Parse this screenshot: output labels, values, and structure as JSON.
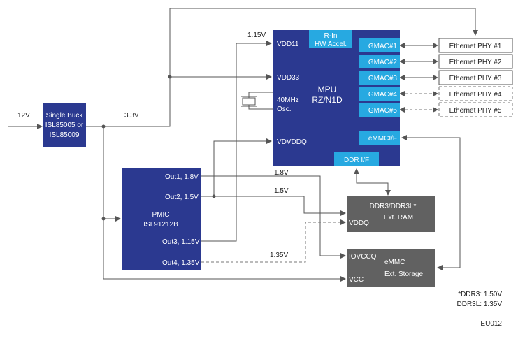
{
  "colors": {
    "block_dark_blue": "#2b3990",
    "block_cyan": "#27a9e1",
    "block_grey": "#616161",
    "wire": "#555555"
  },
  "input": {
    "voltage": "12V"
  },
  "buck": {
    "line1": "Single Buck",
    "line2": "ISL85005 or",
    "line3": "ISL85009",
    "output_voltage": "3.3V"
  },
  "pmic": {
    "name": "PMIC",
    "part": "ISL91212B",
    "out1": "Out1, 1.8V",
    "out2": "Out2, 1.5V",
    "out3": "Out3, 1.15V",
    "out4": "Out4, 1.35V"
  },
  "mpu": {
    "name": "MPU",
    "part": "RZ/N1D",
    "vdd11": "VDD11",
    "vdd33": "VDD33",
    "osc_line1": "40MHz",
    "osc_line2": "Osc.",
    "vdvddq": "VDVDDQ",
    "rin_line1": "R-In",
    "rin_line2": "HW Accel.",
    "gmacs": [
      "GMAC#1",
      "GMAC#2",
      "GMAC#3",
      "GMAC#4",
      "GMAC#5"
    ],
    "emmc_if": "eMMCI/F",
    "ddr_if": "DDR I/F"
  },
  "ethernet": [
    "Ethernet PHY #1",
    "Ethernet PHY #2",
    "Ethernet PHY #3",
    "Ethernet PHY #4",
    "Ethernet PHY #5"
  ],
  "ddr": {
    "line1": "DDR3/DDR3L*",
    "line2": "Ext. RAM",
    "pin": "VDDQ"
  },
  "emmc": {
    "line1": "eMMC",
    "line2": "Ext. Storage",
    "pin_io": "IOVCCQ",
    "pin_vcc": "VCC"
  },
  "rails": {
    "v115": "1.15V",
    "v18": "1.8V",
    "v15": "1.5V",
    "v135": "1.35V"
  },
  "footnote": {
    "line1": "*DDR3: 1.50V",
    "line2": "DDR3L: 1.35V"
  },
  "figure_id": "EU012"
}
